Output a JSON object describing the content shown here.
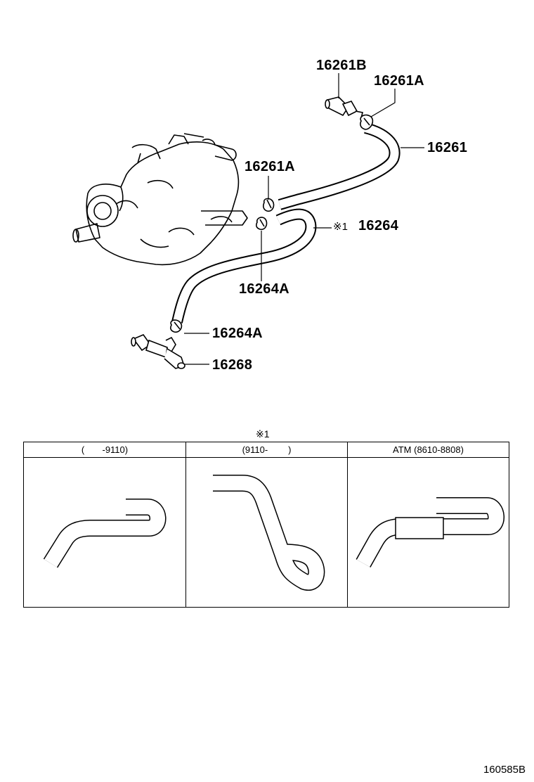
{
  "callouts": {
    "c16261B": "16261B",
    "c16261A_top": "16261A",
    "c16261": "16261",
    "c16261A_mid": "16261A",
    "c16264_mark": "※1",
    "c16264": "16264",
    "c16264A_mid": "16264A",
    "c16264A_low": "16264A",
    "c16268": "16268"
  },
  "variants": {
    "mark": "※1",
    "columns": [
      {
        "header": "(       -9110)"
      },
      {
        "header": "(9110-        )"
      },
      {
        "header": "ATM (8610-8808)"
      }
    ]
  },
  "doc_code": "160585B",
  "colors": {
    "line": "#000000",
    "background": "#ffffff"
  }
}
